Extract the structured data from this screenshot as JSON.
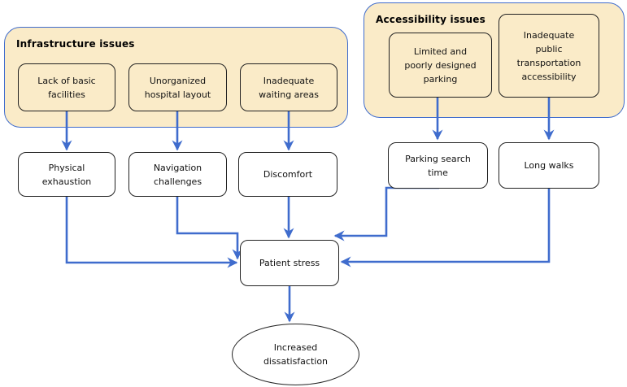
{
  "theme": {
    "accent_blue": "#3f6ccd",
    "cream_fill": "#faebc8",
    "node_border": "#222222",
    "background": "#ffffff",
    "text_color": "#111111"
  },
  "groups": {
    "infrastructure": {
      "title": "Infrastructure issues"
    },
    "accessibility": {
      "title": "Accessibility issues"
    }
  },
  "nodes": {
    "lack_facilities": {
      "label": "Lack of basic\nfacilities"
    },
    "unorganized_layout": {
      "label": "Unorganized\nhospital layout"
    },
    "inadequate_waiting": {
      "label": "Inadequate\nwaiting areas"
    },
    "limited_parking": {
      "label": "Limited and\npoorly designed\nparking"
    },
    "inadequate_transport": {
      "label": "Inadequate\npublic\ntransportation\naccessibility"
    },
    "physical_exhaustion": {
      "label": "Physical\nexhaustion"
    },
    "navigation_challenges": {
      "label": "Navigation\nchallenges"
    },
    "discomfort": {
      "label": "Discomfort"
    },
    "parking_search_time": {
      "label": "Parking search\ntime"
    },
    "long_walks": {
      "label": "Long walks"
    },
    "patient_stress": {
      "label": "Patient stress"
    },
    "increased_dissatisfaction": {
      "label": "Increased\ndissatisfaction"
    }
  },
  "edges": [
    {
      "from": "lack-of-basic-facilities",
      "to": "physical-exhaustion"
    },
    {
      "from": "unorganized-hospital-layout",
      "to": "navigation-challenges"
    },
    {
      "from": "inadequate-waiting-areas",
      "to": "discomfort"
    },
    {
      "from": "limited-and-poorly-designed-parking",
      "to": "parking-search-time"
    },
    {
      "from": "inadequate-public-transportation-accessibility",
      "to": "long-walks"
    },
    {
      "from": "physical-exhaustion",
      "to": "patient-stress"
    },
    {
      "from": "navigation-challenges",
      "to": "patient-stress"
    },
    {
      "from": "discomfort",
      "to": "patient-stress"
    },
    {
      "from": "parking-search-time",
      "to": "patient-stress"
    },
    {
      "from": "long-walks",
      "to": "patient-stress"
    },
    {
      "from": "patient-stress",
      "to": "increased-dissatisfaction"
    }
  ]
}
